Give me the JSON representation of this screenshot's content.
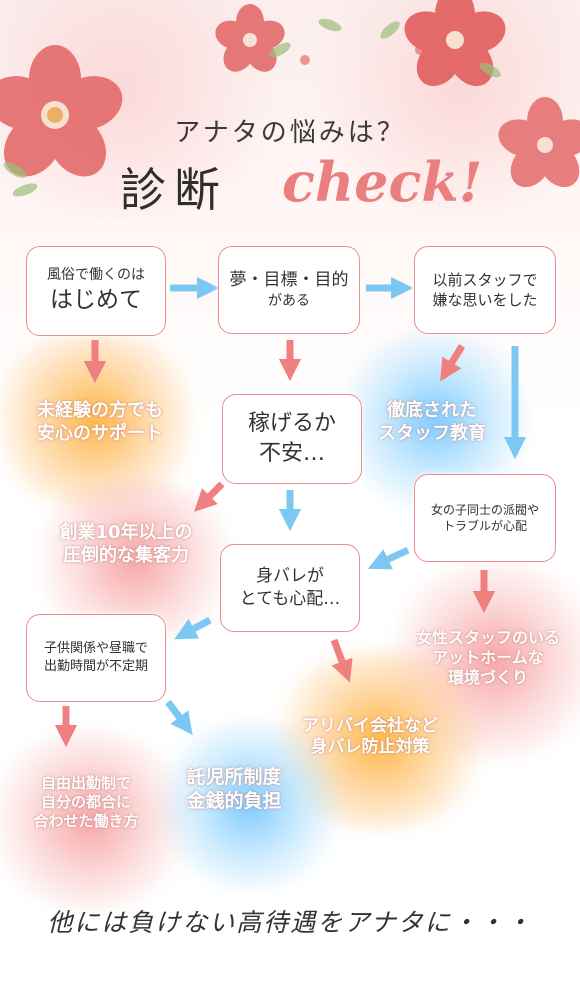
{
  "header": {
    "subtitle": "アナタの悩みは？",
    "title": "診断",
    "title_accent": "check!"
  },
  "boxes": {
    "first_time": {
      "line1": "風俗で働くのは",
      "line2": "はじめて"
    },
    "dream": {
      "line1": "夢・目標・目的",
      "line2": "がある"
    },
    "bad_experience": {
      "line1": "以前スタッフで",
      "line2": "嫌な思いをした"
    },
    "earn_anxiety": {
      "line1": "稼げるか",
      "line2": "不安…"
    },
    "girls_trouble": {
      "line1": "女の子同士の派閥や",
      "line2": "トラブルが心配"
    },
    "identity": {
      "line1": "身バレが",
      "line2": "とても心配…"
    },
    "schedule": {
      "line1": "子供関係や昼職で",
      "line2": "出勤時間が不定期"
    }
  },
  "benefits": {
    "support": {
      "line1": "未経験の方でも",
      "line2": "安心のサポート"
    },
    "staff_training": {
      "line1": "徹底された",
      "line2": "スタッフ教育"
    },
    "customers": {
      "line1": "創業10年以上の",
      "line2": "圧倒的な集客力"
    },
    "female_staff": {
      "line1": "女性スタッフのいる",
      "line2": "アットホームな",
      "line3": "環境づくり"
    },
    "alibi": {
      "line1": "アリバイ会社など",
      "line2": "身バレ防止対策"
    },
    "free_schedule": {
      "line1": "自由出勤制で",
      "line2": "自分の都合に",
      "line3": "合わせた働き方"
    },
    "childcare": {
      "line1": "託児所制度",
      "line2": "金銭的負担"
    }
  },
  "footer": {
    "text": "他には負けない高待遇をアナタに・・・"
  },
  "colors": {
    "accent_pink": "#ef8c8c",
    "arrow_pink": "#f08080",
    "arrow_blue": "#7cc8f2",
    "glow_orange": "#ffb23c",
    "glow_blue": "#78c8ff"
  }
}
